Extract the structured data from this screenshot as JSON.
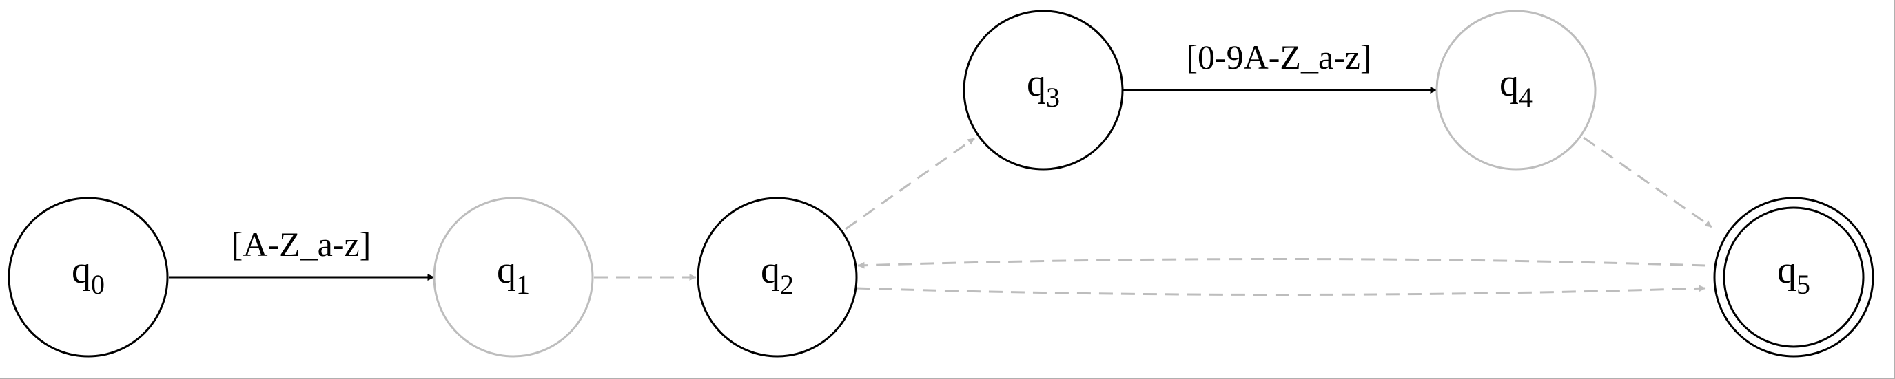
{
  "states": [
    {
      "id": "q0",
      "base": "q",
      "sub": "0",
      "style": "normal",
      "accepting": false
    },
    {
      "id": "q1",
      "base": "q",
      "sub": "1",
      "style": "faded",
      "accepting": false
    },
    {
      "id": "q2",
      "base": "q",
      "sub": "2",
      "style": "normal",
      "accepting": false
    },
    {
      "id": "q3",
      "base": "q",
      "sub": "3",
      "style": "normal",
      "accepting": false
    },
    {
      "id": "q4",
      "base": "q",
      "sub": "4",
      "style": "faded",
      "accepting": false
    },
    {
      "id": "q5",
      "base": "q",
      "sub": "5",
      "style": "normal",
      "accepting": true
    }
  ],
  "transitions": [
    {
      "from": "q0",
      "to": "q1",
      "label": "[A-Z_a-z]",
      "style": "solid"
    },
    {
      "from": "q1",
      "to": "q2",
      "label": "",
      "style": "dashed"
    },
    {
      "from": "q2",
      "to": "q3",
      "label": "",
      "style": "dashed"
    },
    {
      "from": "q3",
      "to": "q4",
      "label": "[0-9A-Z_a-z]",
      "style": "solid"
    },
    {
      "from": "q4",
      "to": "q5",
      "label": "",
      "style": "dashed"
    },
    {
      "from": "q2",
      "to": "q5",
      "label": "",
      "style": "dashed"
    },
    {
      "from": "q5",
      "to": "q2",
      "label": "",
      "style": "dashed"
    }
  ],
  "colors": {
    "solid_stroke": "#000000",
    "faded_stroke": "#bdbdbd"
  }
}
